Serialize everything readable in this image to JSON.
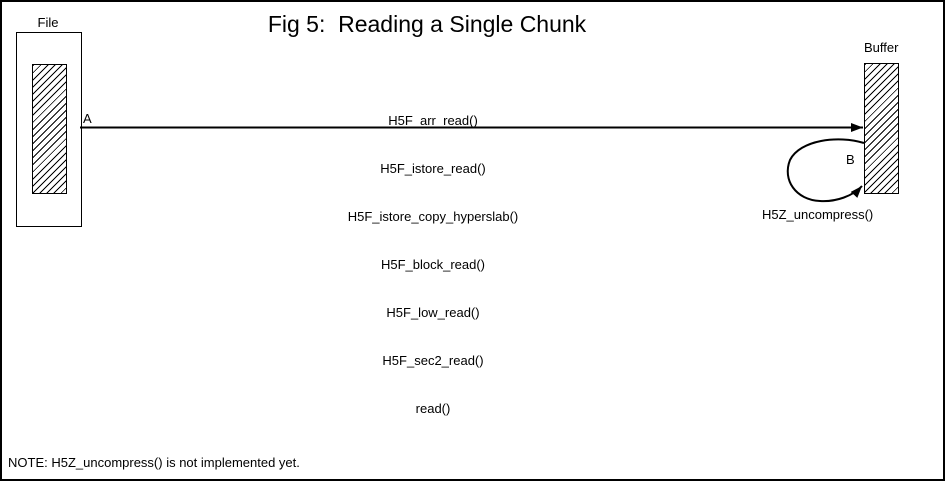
{
  "title": "Fig 5:  Reading a Single Chunk",
  "file": {
    "label": "File"
  },
  "buffer": {
    "label": "Buffer"
  },
  "arrow_a": {
    "label": "A",
    "call_stack": [
      "H5F_arr_read()",
      "H5F_istore_read()",
      "H5F_istore_copy_hyperslab()",
      "H5F_block_read()",
      "H5F_low_read()",
      "H5F_sec2_read()",
      "read()"
    ]
  },
  "arrow_b": {
    "label": "B",
    "function_label": "H5Z_uncompress()"
  },
  "note": "NOTE: H5Z_uncompress() is not implemented yet.",
  "colors": {
    "ink": "#000000",
    "background": "#ffffff"
  }
}
